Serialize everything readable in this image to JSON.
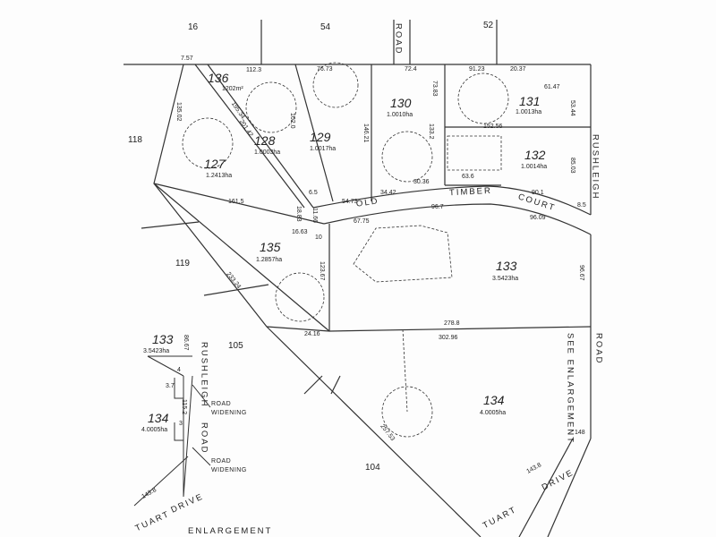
{
  "adjoining_lots": {
    "l16": "16",
    "l54": "54",
    "l52": "52",
    "l118": "118",
    "l119": "119",
    "l105": "105",
    "l104": "104"
  },
  "lots": [
    {
      "id": "lot-136",
      "number": "136",
      "area": "1202m²"
    },
    {
      "id": "lot-127",
      "number": "127",
      "area": "1.2413ha"
    },
    {
      "id": "lot-128",
      "number": "128",
      "area": "1.0003ha"
    },
    {
      "id": "lot-129",
      "number": "129",
      "area": "1.0017ha"
    },
    {
      "id": "lot-130",
      "number": "130",
      "area": "1.0010ha"
    },
    {
      "id": "lot-131",
      "number": "131",
      "area": "1.0013ha"
    },
    {
      "id": "lot-132",
      "number": "132",
      "area": "1.0014ha"
    },
    {
      "id": "lot-135",
      "number": "135",
      "area": "1.2857ha"
    },
    {
      "id": "lot-133",
      "number": "133",
      "area": "3.5423ha"
    },
    {
      "id": "lot-134",
      "number": "134",
      "area": "4.0005ha"
    }
  ],
  "roads": {
    "road_top": "ROAD",
    "rushleigh_right": "RUSHLEIGH",
    "old": "OLD",
    "timber": "TIMBER",
    "court": "COURT",
    "road_right": "ROAD",
    "see_enlargement": "SEE ENLARGEMENT",
    "tuart": "TUART",
    "drive": "DRIVE"
  },
  "dimensions": {
    "d757": "7.57",
    "d1123": "112.3",
    "d7673": "76.73",
    "d724": "72.4",
    "d9123": "91.23",
    "d2037": "20.37",
    "d6147": "61.47",
    "d5344": "53.44",
    "d7383": "73.83",
    "d1332": "133.2",
    "d14621": "146.21",
    "d1020": "102.0",
    "d15256": "152.56",
    "d8503": "85.03",
    "d20142": "201.42",
    "d19534": "195.34",
    "d13502": "135.02",
    "d1615": "161.5",
    "d65": "6.5",
    "d1883": "18.83",
    "d1166": "11.66",
    "d5473": "54.73",
    "d3442": "34.42",
    "d3036": "30.36",
    "d636": "63.6",
    "d901": "90.1",
    "d85": "8.5",
    "d1663": "16.63",
    "d10": "10",
    "d6775": "67.75",
    "d967": "96.7",
    "d9609": "96.09",
    "d9667": "96.67",
    "d12367": "123.67",
    "d23324": "233.24",
    "d2416": "24.16",
    "d2788": "278.8",
    "d30296": "302.96",
    "d25753": "257.53",
    "d1438": "143.8",
    "d148": "148"
  },
  "enlargement": {
    "title": "ENLARGEMENT",
    "lot133_number": "133",
    "lot133_area": "3.5423ha",
    "lot134_number": "134",
    "lot134_area": "4.0005ha",
    "rushleigh": "RUSHLEIGH",
    "road": "ROAD",
    "road_widening_1a": "ROAD",
    "road_widening_1b": "WIDENING",
    "road_widening_2a": "ROAD",
    "road_widening_2b": "WIDENING",
    "tuart": "TUART",
    "drive": "DRIVE",
    "d8667": "86.67",
    "d1152": "115.2",
    "d1438": "143.8",
    "d4": "4",
    "d3": "3",
    "d37": "3.7"
  }
}
